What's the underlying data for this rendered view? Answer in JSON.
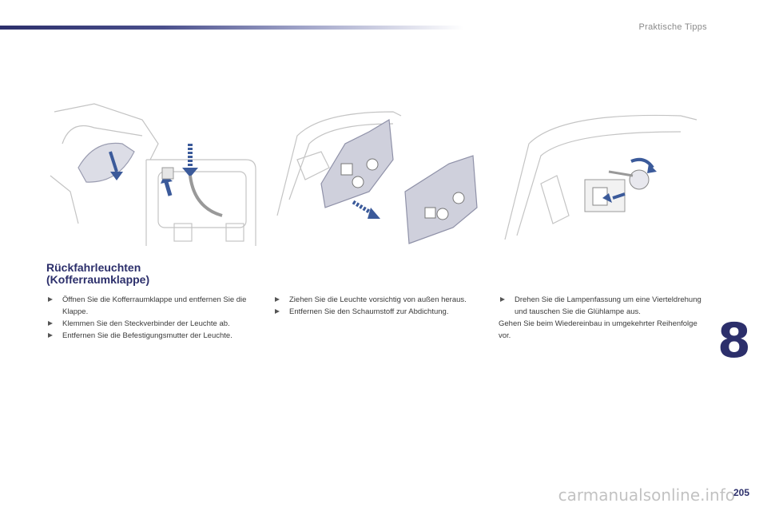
{
  "header": {
    "section": "Praktische Tipps"
  },
  "title": {
    "line1": "Rückfahrleuchten",
    "line2": "(Kofferraumklappe)"
  },
  "columns": [
    {
      "items": [
        {
          "type": "bullet",
          "text": "Öffnen Sie die Kofferraumklappe und entfernen Sie die Klappe."
        },
        {
          "type": "bullet",
          "text": "Klemmen Sie den Steckverbinder der Leuchte ab."
        },
        {
          "type": "bullet",
          "text": "Entfernen Sie die Befestigungsmutter der Leuchte."
        }
      ]
    },
    {
      "items": [
        {
          "type": "bullet",
          "text": "Ziehen Sie die Leuchte vorsichtig von außen heraus."
        },
        {
          "type": "bullet",
          "text": "Entfernen Sie den Schaumstoff zur Abdichtung."
        }
      ]
    },
    {
      "items": [
        {
          "type": "bullet",
          "text": "Drehen Sie die Lampenfassung um eine Vierteldrehung und tauschen Sie die Glühlampe aus."
        },
        {
          "type": "plain",
          "text": "Gehen Sie beim Wiedereinbau in umgekehrter Reihenfolge vor."
        }
      ]
    }
  ],
  "chapter": {
    "number": "8"
  },
  "page": {
    "number": "205"
  },
  "watermark": {
    "text": "carmanualsonline.info"
  },
  "colors": {
    "accent": "#2c2f6b",
    "arrow": "#3b5a9a",
    "line": "#b8b8b8"
  }
}
